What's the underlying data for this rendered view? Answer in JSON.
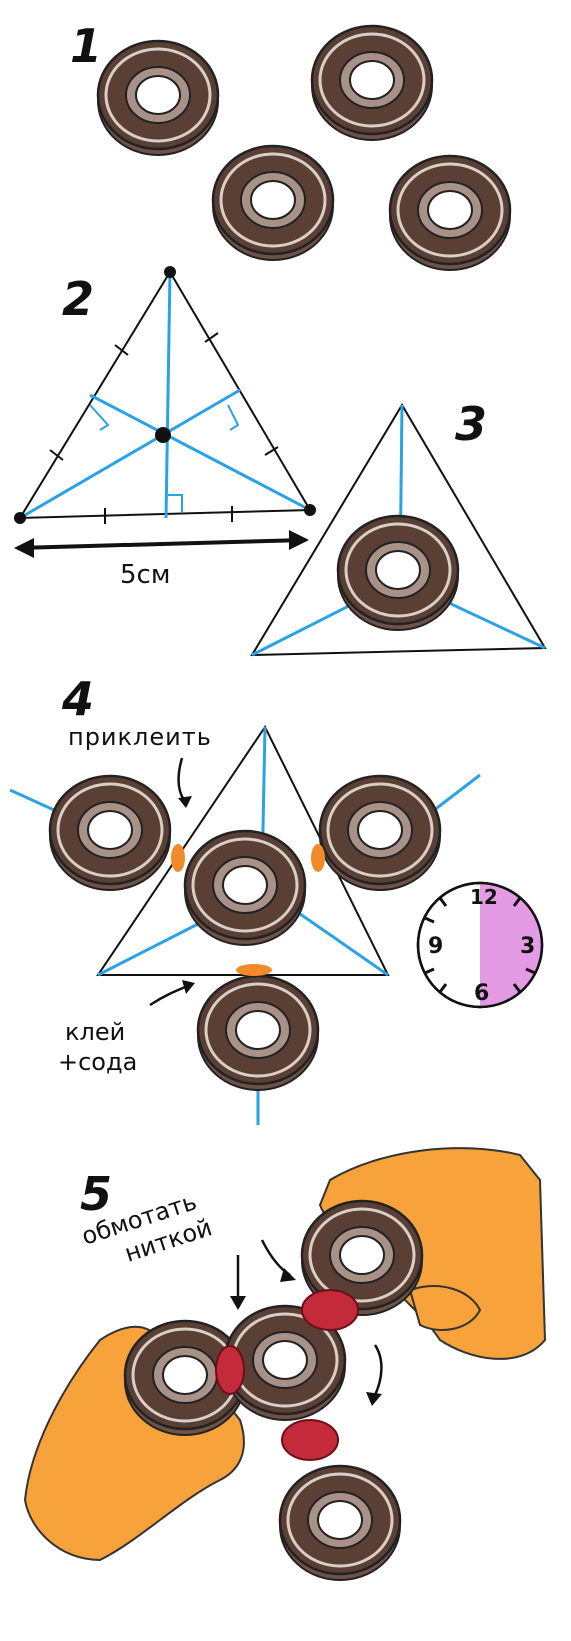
{
  "steps": {
    "s1": "1",
    "s2": "2",
    "s3": "3",
    "s4": "4",
    "s5": "5"
  },
  "dimension_label": "5см",
  "labels": {
    "glue_on": "приклеить",
    "glue_line1": "клей",
    "glue_line2": "+сода",
    "wrap_line1": "обмотать",
    "wrap_line2": "ниткой"
  },
  "timer": {
    "n12": "12",
    "n3": "3",
    "n6": "6",
    "n9": "9",
    "elapsed_fraction": 0.5,
    "shade_color": "#e39be4"
  },
  "colors": {
    "bearing_dark": "#5a3f35",
    "bearing_mid": "#8a6f63",
    "bearing_ring": "#d9cfc6",
    "guide_blue": "#29a3e3",
    "glue_orange": "#f08a2a",
    "thread_red": "#c42b3a",
    "hand_orange": "#f7a23a"
  }
}
